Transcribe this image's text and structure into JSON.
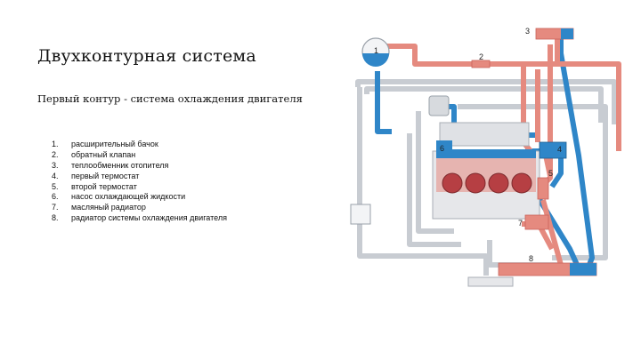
{
  "slide": {
    "title": "Двухконтурная система",
    "subtitle": "Первый контур - система охлаждения двигателя",
    "legend": [
      {
        "num": "1.",
        "label": "расширительный бачок"
      },
      {
        "num": "2.",
        "label": "обратный клапан"
      },
      {
        "num": "3.",
        "label": "теплообменник отопителя"
      },
      {
        "num": "4.",
        "label": "первый термостат"
      },
      {
        "num": "5.",
        "label": "второй термостат"
      },
      {
        "num": "6.",
        "label": "насос охлаждающей жидкости"
      },
      {
        "num": "7.",
        "label": "масляный радиатор"
      },
      {
        "num": "8.",
        "label": "радиатор системы охлаждения двигателя"
      }
    ]
  },
  "diagram": {
    "callouts": [
      "1",
      "2",
      "3",
      "4",
      "5",
      "6",
      "7",
      "8"
    ],
    "colors": {
      "hot": "#e58a7f",
      "hot_edge": "#c8625a",
      "cold": "#2f86c8",
      "outline": "#c8ccd2",
      "engine": "#e6e7ea",
      "cylinder": "#b63f43"
    }
  }
}
